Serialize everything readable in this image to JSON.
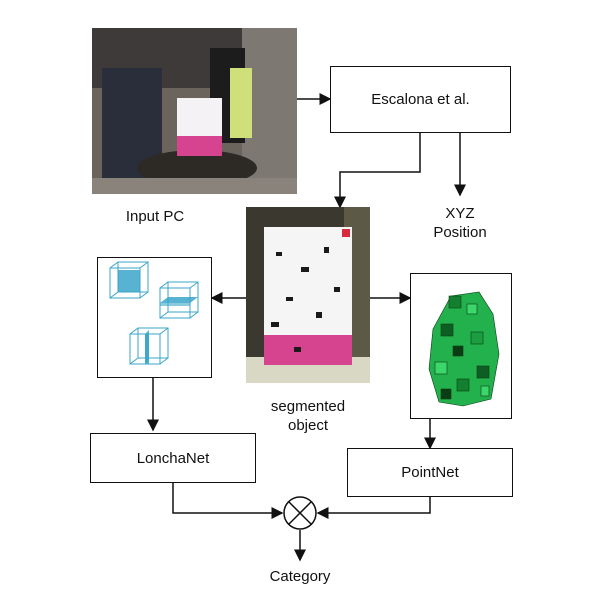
{
  "nodes": {
    "escalona": "Escalona et al.",
    "lonchanet": "LonchaNet",
    "pointnet": "PointNet"
  },
  "labels": {
    "input_pc": "Input PC",
    "xyz_line1": "XYZ",
    "xyz_line2": "Position",
    "segmented_line1": "segmented",
    "segmented_line2": "object",
    "category": "Category"
  },
  "icons": {
    "combine": "circled-times-icon",
    "slices": "voxel-slices-icon",
    "voxels": "green-voxel-grid-icon"
  },
  "colors": {
    "voxel_green": "#22b14c",
    "slice_blue": "#3aa6c9",
    "object_pink": "#d6448f"
  }
}
